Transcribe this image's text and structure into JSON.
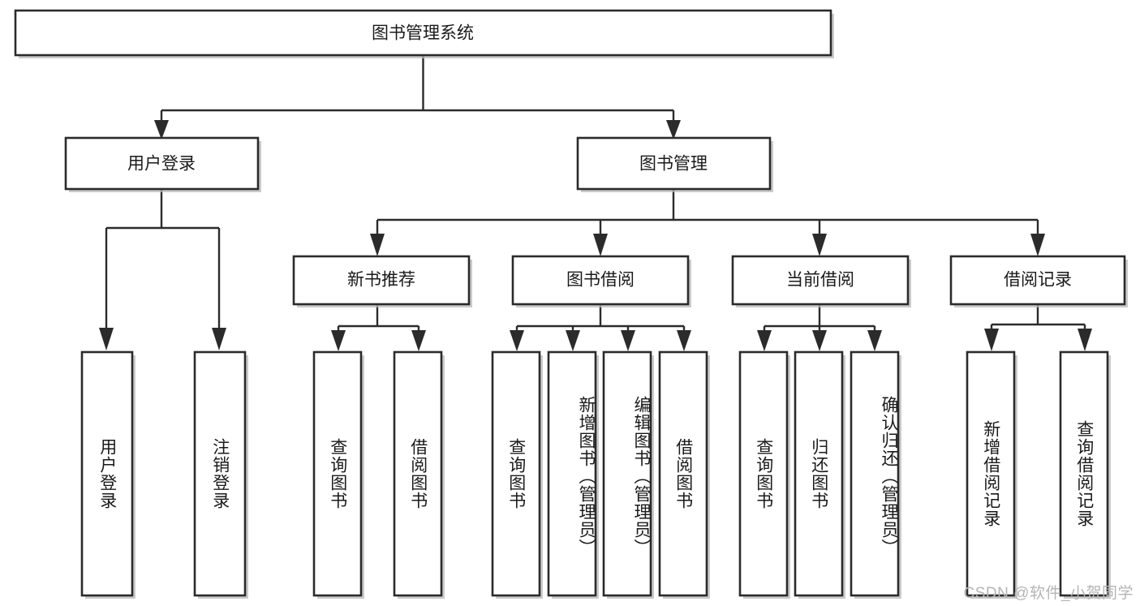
{
  "diagram": {
    "type": "tree",
    "title": "图书管理系统",
    "orientation": "top-down",
    "colors": {
      "stroke": "#2b2b2b",
      "fill": "#ffffff",
      "shadow": "#b9b9b9",
      "text": "#1a1a1a",
      "watermark": "#b5b5b5"
    },
    "watermark": "CSDN @软件_小贺同学"
  },
  "nodes": {
    "root": {
      "label": "图书管理系统",
      "level": 0,
      "orientation": "horizontal"
    },
    "level1": [
      {
        "id": "user-login",
        "label": "用户登录",
        "orientation": "horizontal"
      },
      {
        "id": "book-management",
        "label": "图书管理",
        "orientation": "horizontal"
      }
    ],
    "level2": [
      {
        "id": "new-book-recommend",
        "label": "新书推荐",
        "orientation": "horizontal",
        "parent": "book-management"
      },
      {
        "id": "book-borrow",
        "label": "图书借阅",
        "orientation": "horizontal",
        "parent": "book-management"
      },
      {
        "id": "current-borrow",
        "label": "当前借阅",
        "orientation": "horizontal",
        "parent": "book-management"
      },
      {
        "id": "borrow-record",
        "label": "借阅记录",
        "orientation": "horizontal",
        "parent": "book-management"
      }
    ],
    "leaves": [
      {
        "id": "leaf-user-login",
        "label": "用户登录",
        "parent": "user-login"
      },
      {
        "id": "leaf-user-logout",
        "label": "注销登录",
        "parent": "user-login"
      },
      {
        "id": "leaf-query-book-recommend",
        "label": "查询图书",
        "parent": "new-book-recommend"
      },
      {
        "id": "leaf-borrow-book-recommend",
        "label": "借阅图书",
        "parent": "new-book-recommend"
      },
      {
        "id": "leaf-query-book-borrow",
        "label": "查询图书",
        "parent": "book-borrow"
      },
      {
        "id": "leaf-add-book-admin",
        "label": "新增图书（管理员）",
        "parent": "book-borrow"
      },
      {
        "id": "leaf-edit-book-admin",
        "label": "编辑图书（管理员）",
        "parent": "book-borrow"
      },
      {
        "id": "leaf-borrow-book",
        "label": "借阅图书",
        "parent": "book-borrow"
      },
      {
        "id": "leaf-query-book-current",
        "label": "查询图书",
        "parent": "current-borrow"
      },
      {
        "id": "leaf-return-book",
        "label": "归还图书",
        "parent": "current-borrow"
      },
      {
        "id": "leaf-confirm-return-admin",
        "label": "确认归还（管理员）",
        "parent": "current-borrow"
      },
      {
        "id": "leaf-add-borrow-record",
        "label": "新增借阅记录",
        "parent": "borrow-record"
      },
      {
        "id": "leaf-query-borrow-record",
        "label": "查询借阅记录",
        "parent": "borrow-record"
      }
    ]
  }
}
